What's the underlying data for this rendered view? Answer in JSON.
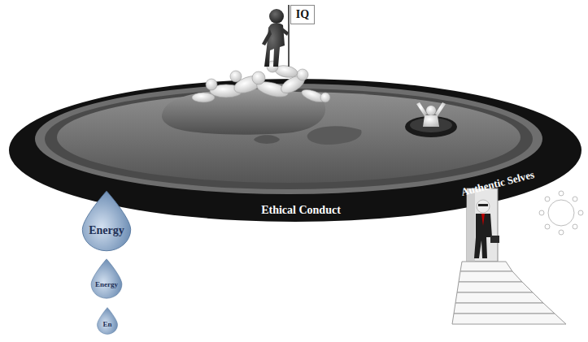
{
  "diagram": {
    "nodes": [
      {
        "text": [
          "Ethical Conduct",
          "Authentic Selves"
        ]
      },
      {
        "text": [
          "IQ"
        ]
      },
      {
        "text": [
          "Energy"
        ]
      },
      {
        "text": [
          "Energy"
        ]
      },
      {
        "text": [
          "En"
        ]
      }
    ]
  }
}
